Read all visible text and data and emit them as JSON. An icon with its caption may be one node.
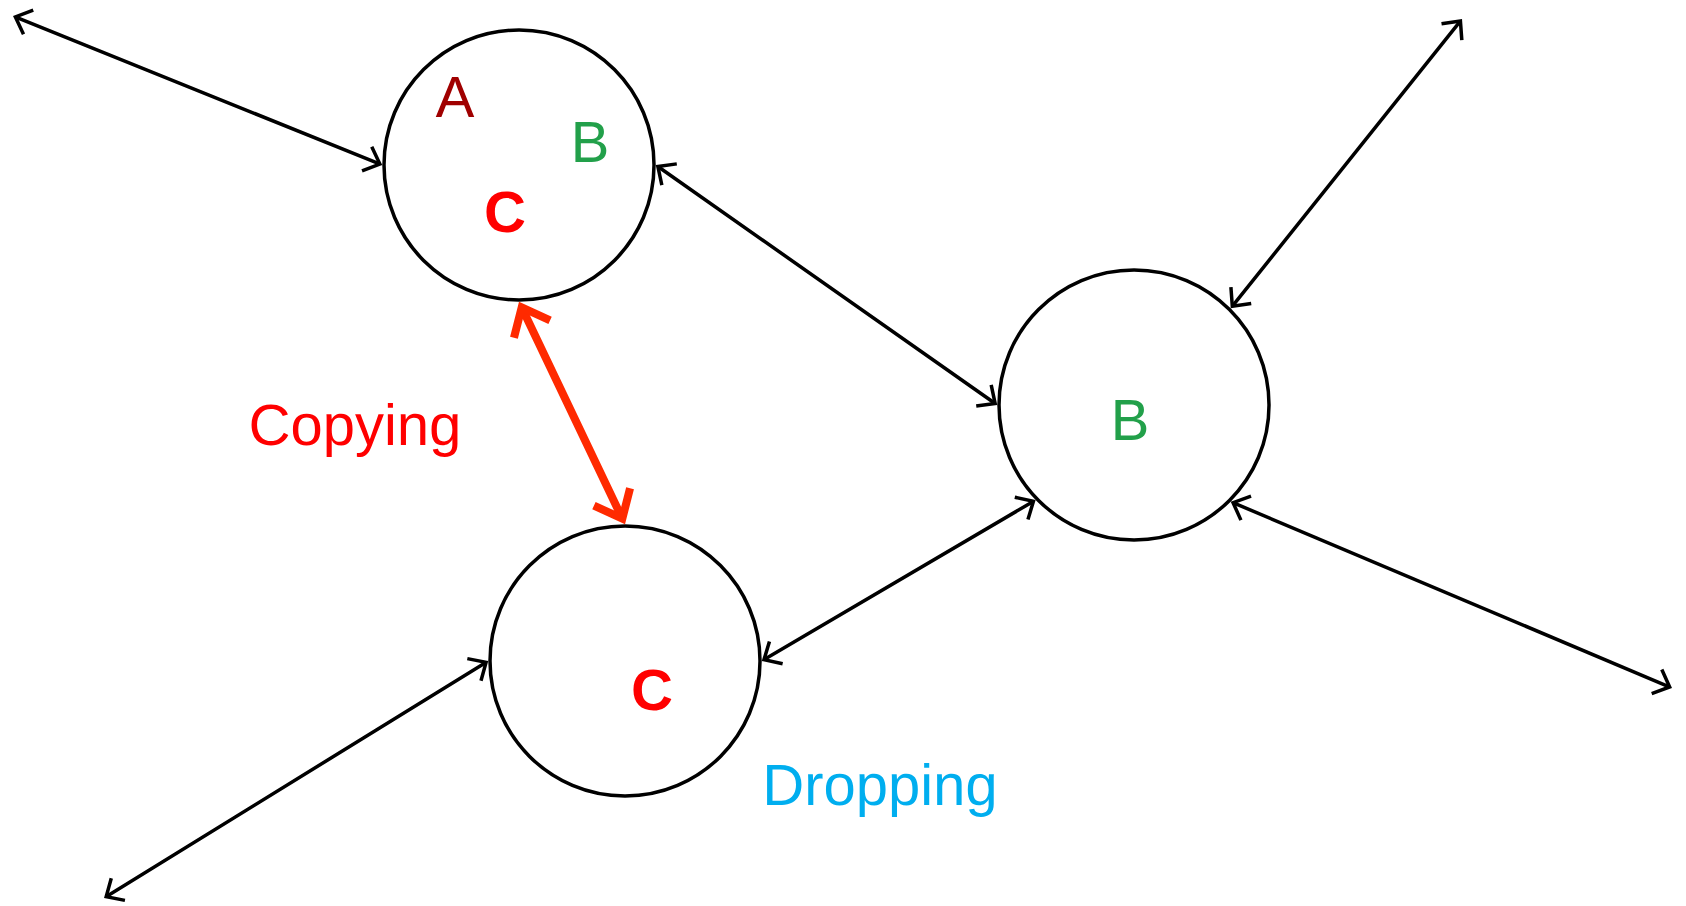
{
  "diagram": {
    "nodes": [
      {
        "text": [
          "A",
          "B",
          "C"
        ]
      },
      {
        "text": [
          "B"
        ]
      },
      {
        "text": [
          "C"
        ]
      }
    ],
    "edges": [
      {
        "from": null,
        "to": 0,
        "arrow": "both"
      },
      {
        "from": 0,
        "to": 1,
        "arrow": "both"
      },
      {
        "from": null,
        "to": 1,
        "arrow": "both"
      },
      {
        "from": 1,
        "to": null,
        "arrow": "both"
      },
      {
        "from": 2,
        "to": 1,
        "arrow": "both"
      },
      {
        "from": null,
        "to": 2,
        "arrow": "both"
      },
      {
        "from": 0,
        "to": 2,
        "arrow": "both",
        "style": "thick",
        "color": "#ff2a00"
      }
    ],
    "labels": [
      "Copying",
      "Dropping"
    ]
  }
}
